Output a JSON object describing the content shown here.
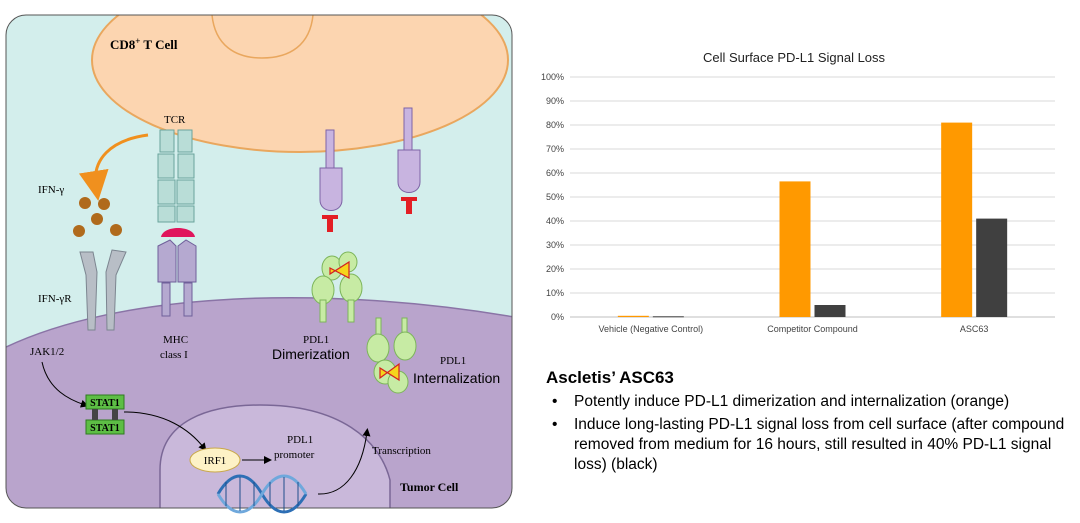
{
  "diagram": {
    "cd8_label": "CD8",
    "cd8_sup": "+",
    "cd8_suffix": " T Cell",
    "tcr": "TCR",
    "ifn_gamma": "IFN-γ",
    "ifn_gamma_r": "IFN-γR",
    "jak": "JAK1/2",
    "mhc_line1": "MHC",
    "mhc_line2": "class I",
    "pdl1_dim_line1": "PDL1",
    "pdl1_dim_line2": "Dimerization",
    "pdl1_int_line1": "PDL1",
    "pdl1_int_line2": "Internalization",
    "stat1_top": "STAT1",
    "stat1_bottom": "STAT1",
    "irf1": "IRF1",
    "promoter_line1": "PDL1",
    "promoter_line2": "promoter",
    "transcription": "Transcription",
    "tumor_cell": "Tumor Cell"
  },
  "chart_data": {
    "type": "bar",
    "title": "Cell Surface PD-L1 Signal Loss",
    "categories": [
      "Vehicle (Negative Control)",
      "Competitor Compound",
      "ASC63"
    ],
    "series": [
      {
        "values": [
          0.5,
          56.5,
          81
        ],
        "color": "#FF9900"
      },
      {
        "values": [
          0.3,
          5,
          41
        ],
        "color": "#404040"
      }
    ],
    "ylim": [
      0,
      100
    ],
    "yticks": [
      "0%",
      "10%",
      "20%",
      "30%",
      "40%",
      "50%",
      "60%",
      "70%",
      "80%",
      "90%",
      "100%"
    ],
    "grid": true,
    "xlabel": "",
    "ylabel": ""
  },
  "bullets": {
    "title": "Ascletis’ ASC63",
    "items": [
      "Potently induce PD-L1 dimerization and internalization (orange)",
      "Induce long-lasting PD-L1 signal loss from cell surface (after compound removed from medium for 16 hours, still resulted in 40% PD-L1 signal loss) (black)"
    ]
  },
  "colors": {
    "extracellular": "#D3EEEC",
    "tcell": "#FCD5B0",
    "tumor": "#B9A4CC",
    "nucleus": "#C9B8DA",
    "orange": "#FF9900",
    "dark": "#404040"
  }
}
